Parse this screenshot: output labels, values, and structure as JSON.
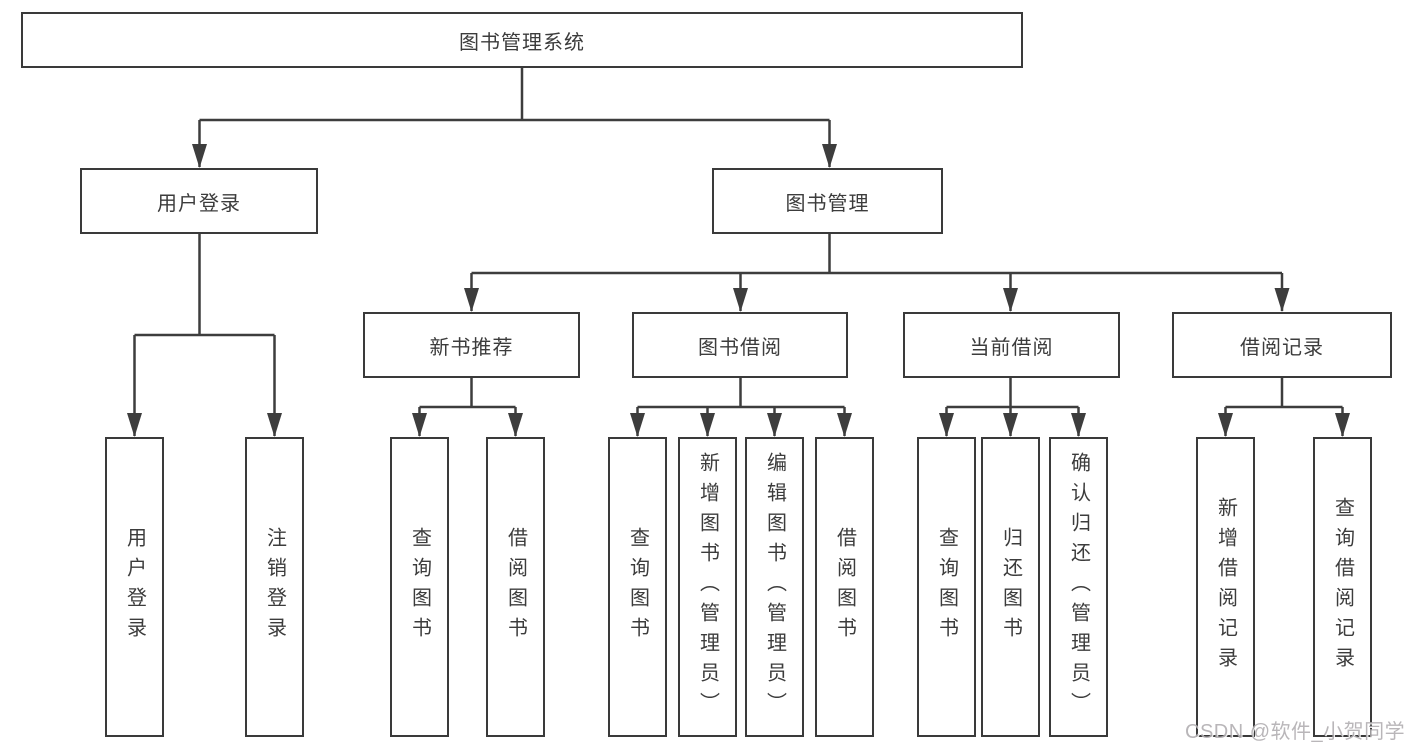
{
  "nodes": {
    "root": "图书管理系统",
    "user_login": "用户登录",
    "book_mgmt": "图书管理",
    "new_book_rec": "新书推荐",
    "book_borrow": "图书借阅",
    "current_borrow": "当前借阅",
    "borrow_record": "借阅记录",
    "user_login_children": [
      "用户登录",
      "注销登录"
    ],
    "new_book_rec_children": [
      "查询图书",
      "借阅图书"
    ],
    "book_borrow_children": [
      "查询图书",
      "新增图书（管理员）",
      "编辑图书（管理员）",
      "借阅图书"
    ],
    "current_borrow_children": [
      "查询图书",
      "归还图书",
      "确认归还（管理员）"
    ],
    "borrow_record_children": [
      "新增借阅记录",
      "查询借阅记录"
    ]
  },
  "watermark": "CSDN @软件_小贺同学",
  "colors": {
    "line": "#3d3d3d",
    "box_border": "#3a3a3a",
    "text": "#3c3c3c",
    "watermark_text": "#b2afb2",
    "background": "#ffffff"
  }
}
